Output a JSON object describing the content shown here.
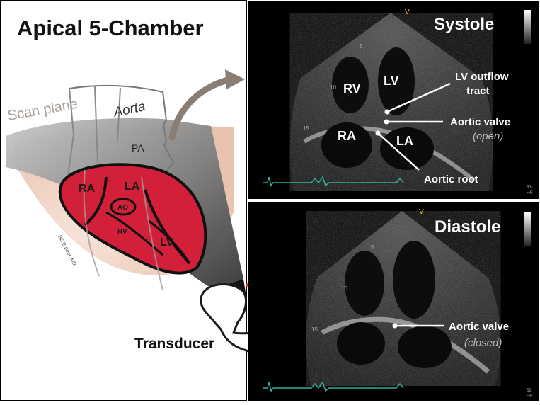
{
  "title": "Apical 5-Chamber",
  "left": {
    "scan_plane": "Scan plane",
    "aorta": "Aorta",
    "pa": "PA",
    "ra": "RA",
    "la": "LA",
    "ao": "AO",
    "rv": "RV",
    "lv": "LV",
    "credit": "BE Bulwer, MD",
    "transducer": "Transducer"
  },
  "systole": {
    "title": "Systole",
    "rv": "RV",
    "lv": "LV",
    "ra": "RA",
    "la": "LA",
    "outflow_line1": "LV outflow",
    "outflow_line2": "tract",
    "valve": "Aortic valve",
    "valve_state": "(open)",
    "root": "Aortic root",
    "depth_5": "5",
    "depth_10": "10",
    "depth_15": "15",
    "hr_value": "53",
    "hr_unit": "HR",
    "marker": "V"
  },
  "diastole": {
    "title": "Diastole",
    "valve": "Aortic valve",
    "valve_state": "(closed)",
    "depth_5": "5",
    "depth_10": "10",
    "depth_15": "15",
    "hr_value": "52",
    "hr_unit": "HR",
    "marker": "V"
  },
  "colors": {
    "heart": "#d3203a",
    "arrow_gray": "#8a7d73",
    "arrow_red": "#e03a3a",
    "echo_bg": "#000000",
    "ecg": "#2fb39a"
  }
}
